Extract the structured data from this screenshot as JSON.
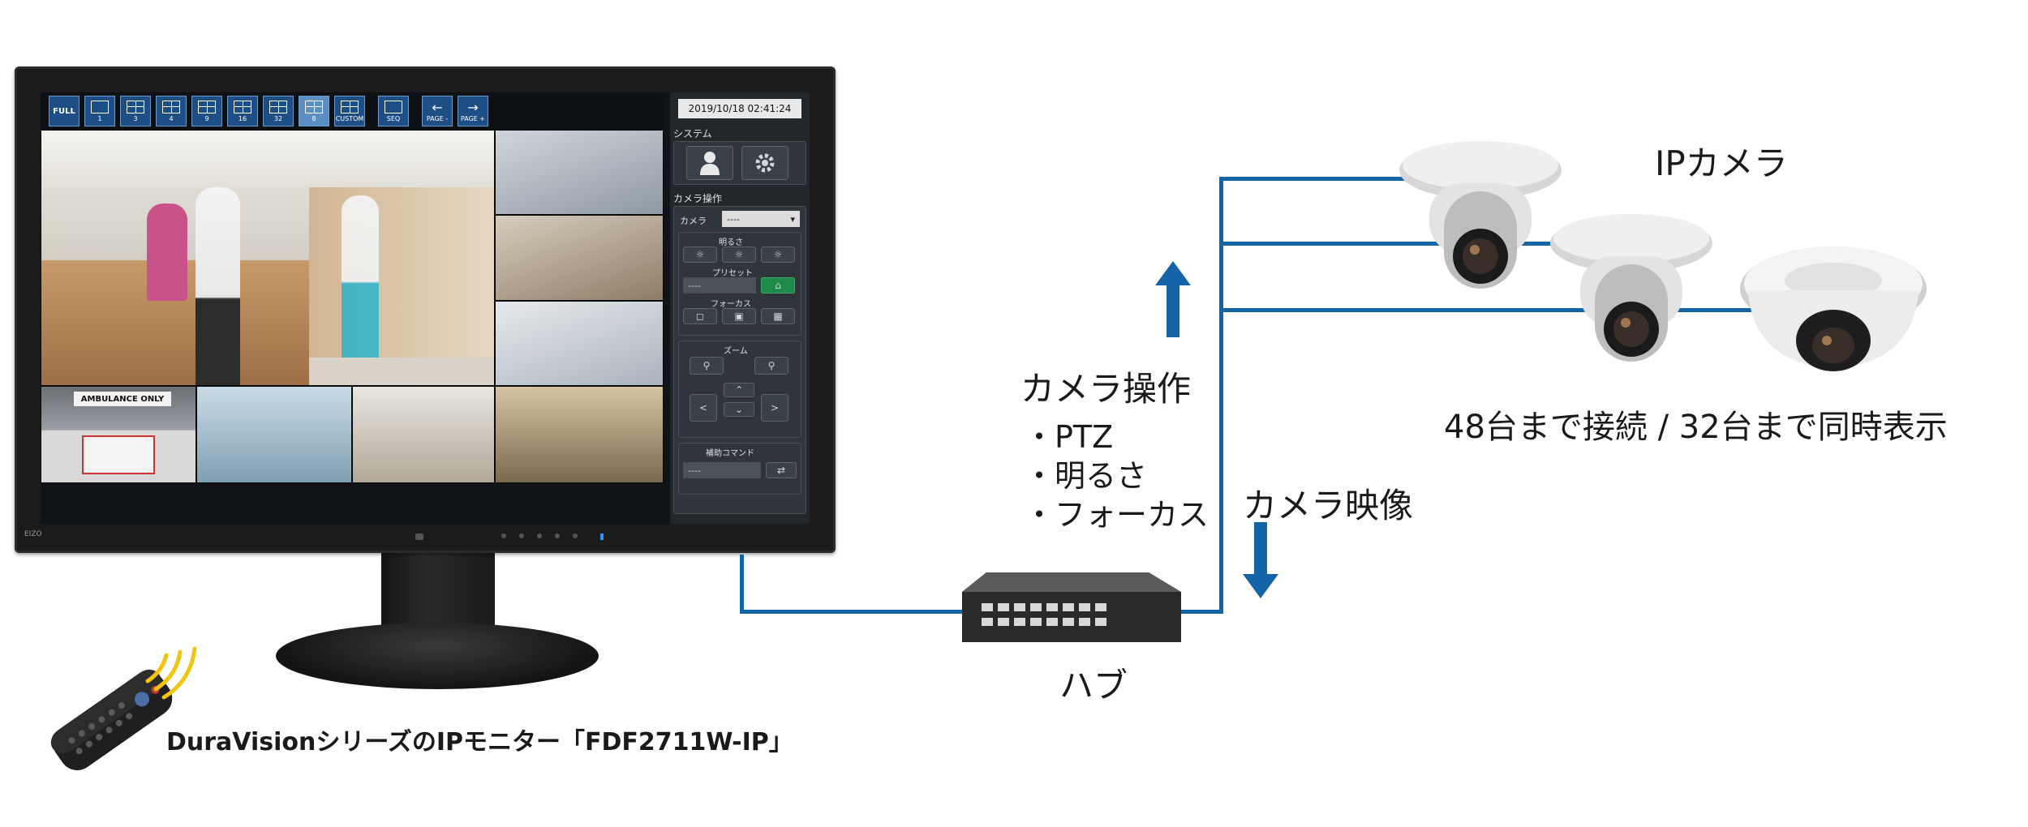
{
  "monitor": {
    "toolbar": {
      "buttons": [
        {
          "label": "FULL",
          "icon": "full-icon"
        },
        {
          "label": "1",
          "icon": "layout-1-icon"
        },
        {
          "label": "3",
          "icon": "layout-3-icon"
        },
        {
          "label": "4",
          "icon": "layout-4-icon"
        },
        {
          "label": "9",
          "icon": "layout-9-icon"
        },
        {
          "label": "16",
          "icon": "layout-16-icon"
        },
        {
          "label": "32",
          "icon": "layout-32-icon"
        },
        {
          "label": "8",
          "icon": "layout-8-icon"
        },
        {
          "label": "CUSTOM",
          "icon": "layout-custom-icon"
        },
        {
          "label": "SEQ",
          "icon": "sequence-icon"
        },
        {
          "label": "PAGE -",
          "icon": "arrow-left-icon"
        },
        {
          "label": "PAGE +",
          "icon": "arrow-right-icon"
        }
      ]
    },
    "side_panel": {
      "datetime": "2019/10/18 02:41:24",
      "system_label": "システム",
      "camera_ops_label": "カメラ操作",
      "camera_label": "カメラ",
      "camera_select_value": "----",
      "brightness_label": "明るさ",
      "preset_label": "プリセット",
      "preset_value": "----",
      "focus_label": "フォーカス",
      "zoom_label": "ズーム",
      "aux_label": "補助コマンド",
      "aux_value": "----"
    },
    "feeds": {
      "ambulance_sign": "AMBULANCE ONLY"
    },
    "brand_logo": "EIZO"
  },
  "diagram": {
    "monitor_caption": "DuraVisionシリーズのIPモニター「FDF2711W-IP」",
    "hub_label": "ハブ",
    "camera_ops_title": "カメラ操作",
    "camera_ops_items": [
      "・PTZ",
      "・明るさ",
      "・フォーカス"
    ],
    "camera_video_label": "カメラ映像",
    "ip_camera_label": "IPカメラ",
    "capacity_label": "48台まで接続 / 32台まで同時表示"
  },
  "colors": {
    "network_line": "#1464a8",
    "arrow": "#1464a8",
    "toolbar_button": "#1d4f86"
  }
}
